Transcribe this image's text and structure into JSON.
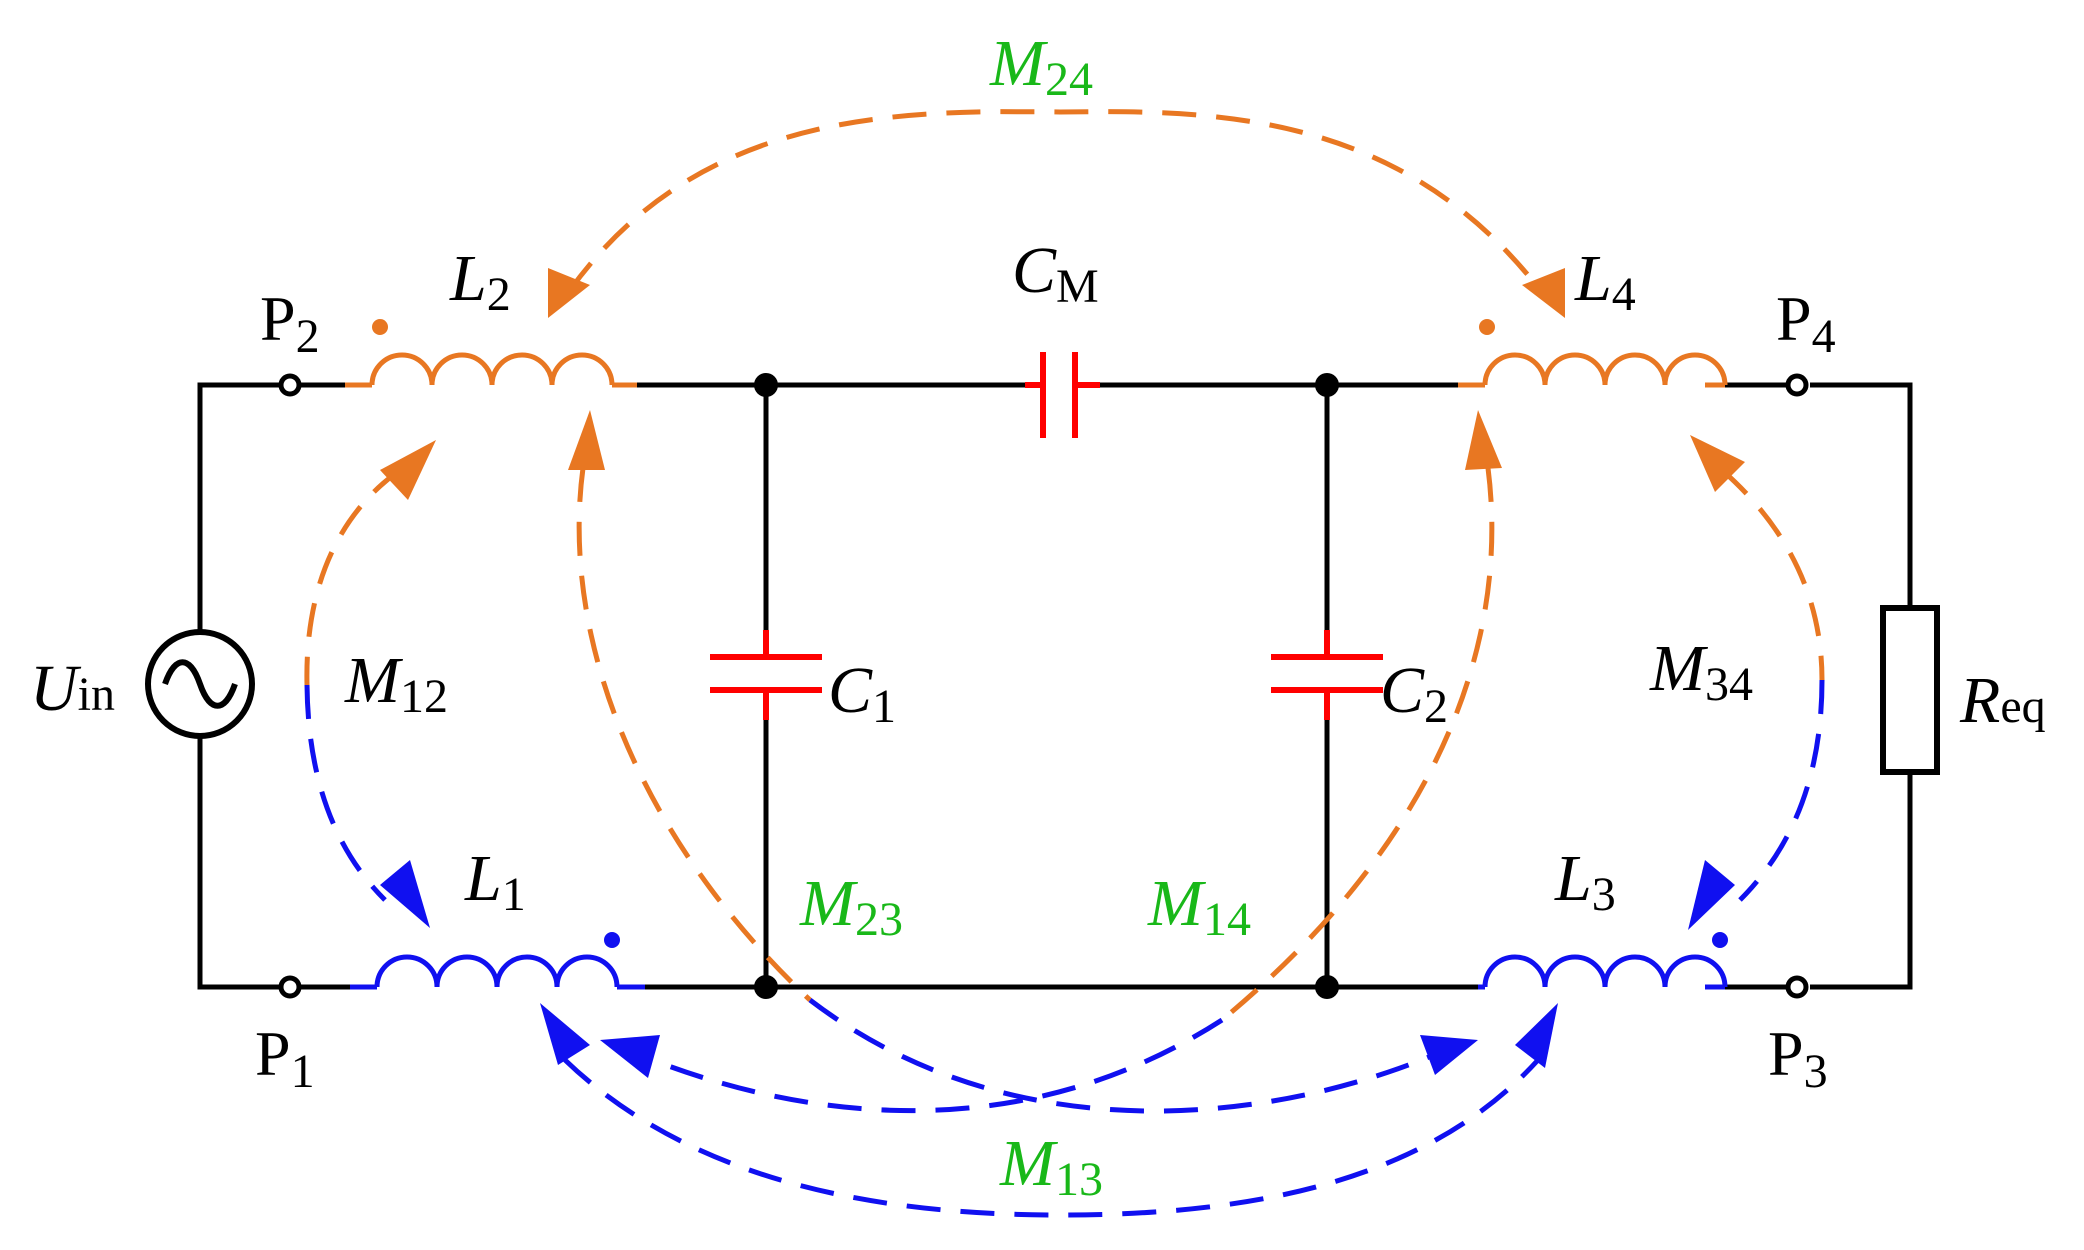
{
  "colors": {
    "wire": "#000000",
    "coupling_top": "#E87722",
    "coupling_bottom": "#1010F0",
    "capacitor": "#FF0000",
    "mutual_label": "#19B819"
  },
  "source": {
    "main": "U",
    "sub": "in"
  },
  "load": {
    "main": "R",
    "sub": "eq"
  },
  "ports": [
    {
      "main": "P",
      "sub": "1"
    },
    {
      "main": "P",
      "sub": "2"
    },
    {
      "main": "P",
      "sub": "3"
    },
    {
      "main": "P",
      "sub": "4"
    }
  ],
  "inductors": [
    {
      "main": "L",
      "sub": "1"
    },
    {
      "main": "L",
      "sub": "2"
    },
    {
      "main": "L",
      "sub": "3"
    },
    {
      "main": "L",
      "sub": "4"
    }
  ],
  "capacitors": [
    {
      "main": "C",
      "sub": "M"
    },
    {
      "main": "C",
      "sub": "1"
    },
    {
      "main": "C",
      "sub": "2"
    }
  ],
  "mutuals": [
    {
      "main": "M",
      "sub": "24"
    },
    {
      "main": "M",
      "sub": "12"
    },
    {
      "main": "M",
      "sub": "34"
    },
    {
      "main": "M",
      "sub": "23"
    },
    {
      "main": "M",
      "sub": "14"
    },
    {
      "main": "M",
      "sub": "13"
    }
  ]
}
